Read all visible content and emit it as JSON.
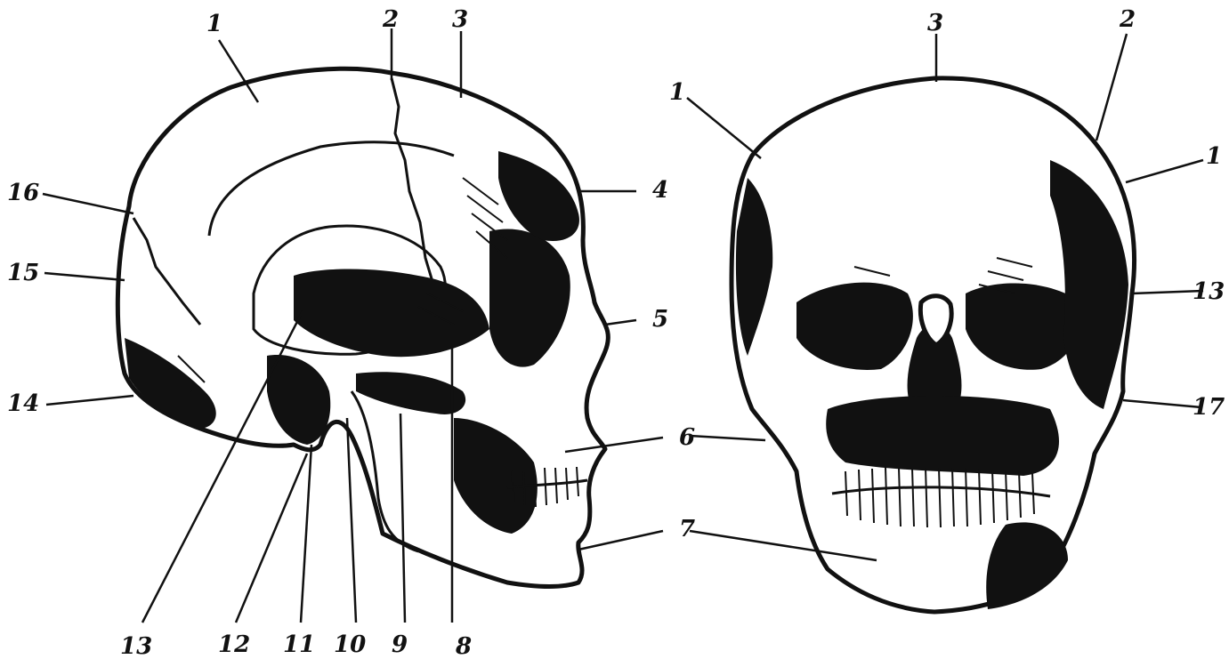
{
  "figure": {
    "left_skull": {
      "labels": [
        "1",
        "2",
        "3",
        "4",
        "5",
        "6",
        "7",
        "8",
        "9",
        "10",
        "11",
        "12",
        "13",
        "14",
        "15",
        "16"
      ]
    },
    "right_skull": {
      "labels": [
        "3",
        "2",
        "1",
        "1",
        "13",
        "17",
        "6",
        "7"
      ]
    }
  },
  "colors": {
    "ink": "#111111",
    "paper": "#ffffff"
  }
}
